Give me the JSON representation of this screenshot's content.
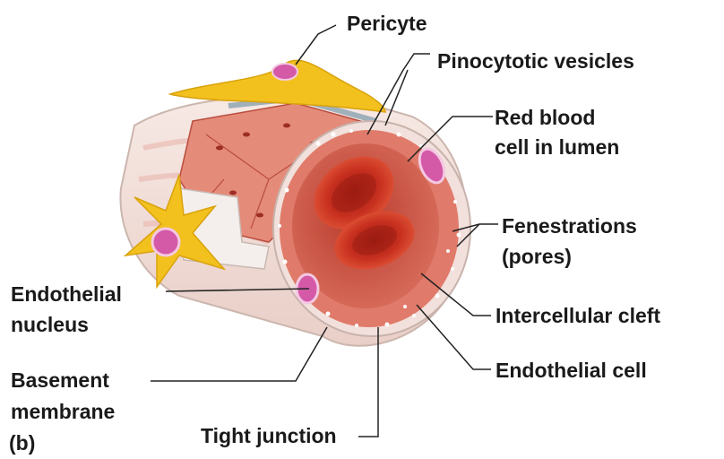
{
  "labels": {
    "pericyte": "Pericyte",
    "pinocytotic_vesicles": "Pinocytotic vesicles",
    "red_blood_cell_line1": "Red blood",
    "red_blood_cell_line2": "cell in lumen",
    "fenestrations_line1": "Fenestrations",
    "fenestrations_line2": "(pores)",
    "intercellular_cleft": "Intercellular cleft",
    "endothelial_cell": "Endothelial cell",
    "endothelial_nucleus_line1": "Endothelial",
    "endothelial_nucleus_line2": "nucleus",
    "basement_membrane_line1": "Basement",
    "basement_membrane_line2": "membrane",
    "tight_junction": "Tight junction",
    "panel": "(b)"
  },
  "colors": {
    "endothelium": "#e07a6a",
    "lumen": "#c94a3a",
    "rbc": "#c0281c",
    "nucleus": "#d45aa8",
    "pericyte": "#f2c11e",
    "basement_membrane": "#ece6df"
  }
}
